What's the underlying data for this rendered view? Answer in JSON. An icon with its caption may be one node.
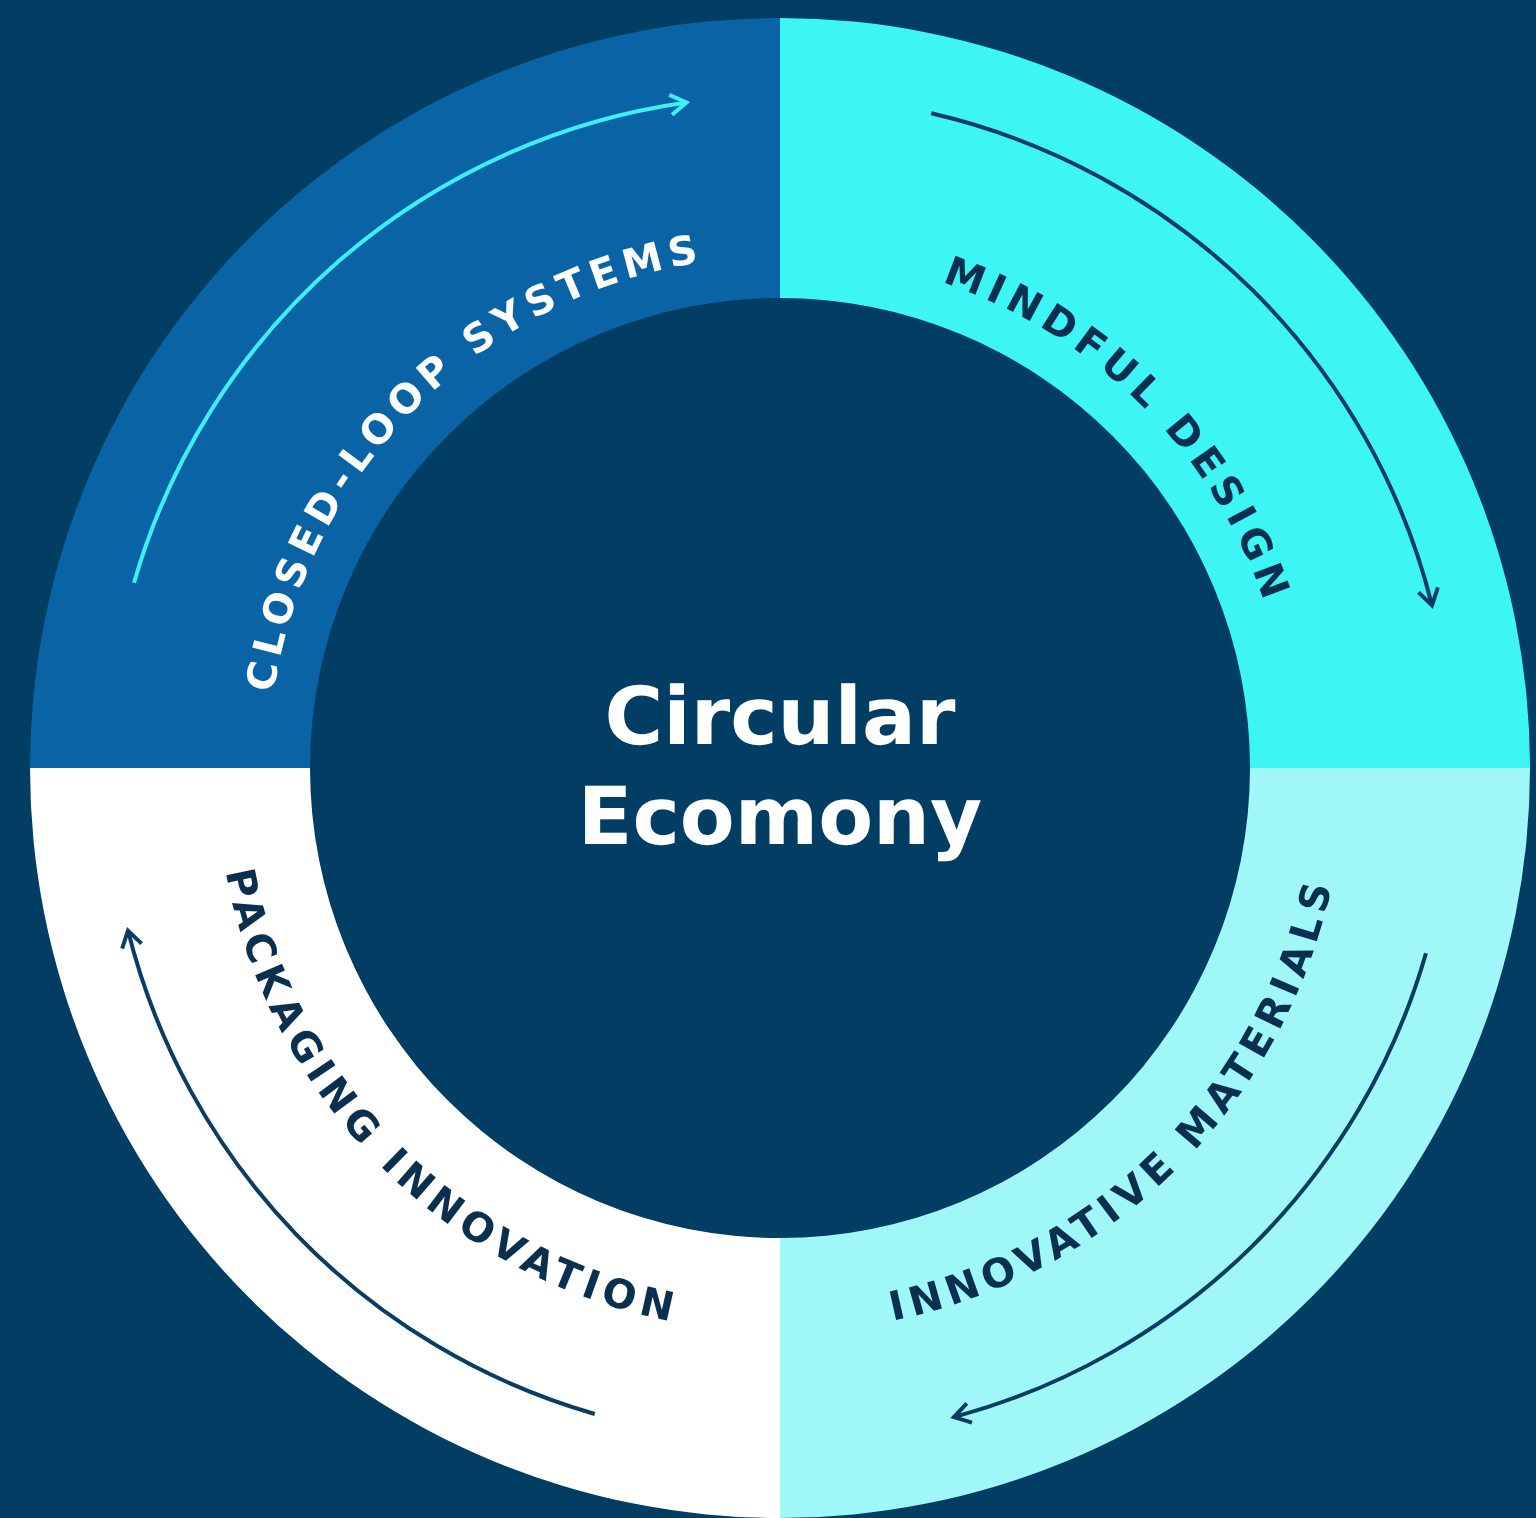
{
  "diagram": {
    "nodes": [
      {
        "text": [
          "Circular Ecomony"
        ]
      },
      {
        "text": [
          "CLOSED-LOOP SYSTEMS"
        ]
      },
      {
        "text": [
          "MINDFUL DESIGN"
        ]
      },
      {
        "text": [
          "INNOVATIVE MATERIALS"
        ]
      },
      {
        "text": [
          "PACKAGING INNOVATION"
        ]
      }
    ]
  }
}
